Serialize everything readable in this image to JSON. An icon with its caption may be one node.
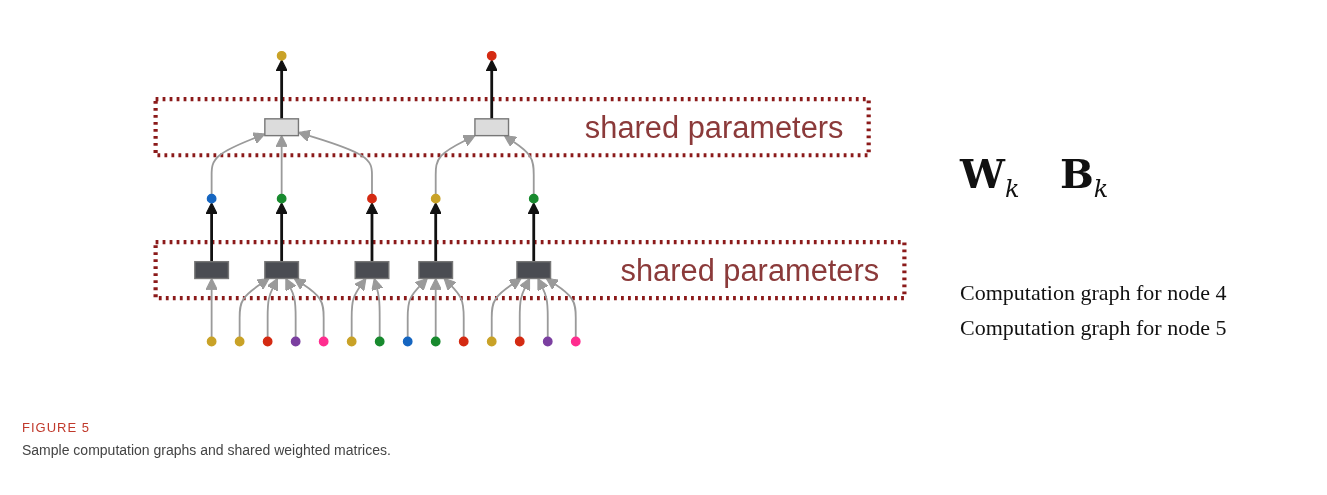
{
  "diagram": {
    "caption": "Sample computation graphs and shared weighted matrices.",
    "nodes": [
      {
        "text": [],
        "shape": "circle"
      },
      {
        "text": [],
        "shape": "circle"
      },
      {
        "text": [
          "shared parameters"
        ]
      },
      {
        "text": [],
        "shape": "box",
        "in": 2
      },
      {
        "text": [],
        "shape": "box",
        "in": 2
      },
      {
        "text": [],
        "shape": "circle"
      },
      {
        "text": [],
        "shape": "circle"
      },
      {
        "text": [],
        "shape": "circle"
      },
      {
        "text": [],
        "shape": "circle"
      },
      {
        "text": [],
        "shape": "circle"
      },
      {
        "text": [
          "shared parameters"
        ]
      },
      {
        "text": [],
        "shape": "box",
        "in": 10
      },
      {
        "text": [],
        "shape": "box",
        "in": 10
      },
      {
        "text": [],
        "shape": "box",
        "in": 10
      },
      {
        "text": [],
        "shape": "box",
        "in": 10
      },
      {
        "text": [],
        "shape": "box",
        "in": 10
      },
      {
        "text": [],
        "shape": "circle"
      },
      {
        "text": [],
        "shape": "circle"
      },
      {
        "text": [],
        "shape": "circle"
      },
      {
        "text": [],
        "shape": "circle"
      },
      {
        "text": [],
        "shape": "circle"
      },
      {
        "text": [],
        "shape": "circle"
      },
      {
        "text": [],
        "shape": "circle"
      },
      {
        "text": [],
        "shape": "circle"
      },
      {
        "text": [],
        "shape": "circle"
      },
      {
        "text": [],
        "shape": "circle"
      },
      {
        "text": [],
        "shape": "circle"
      },
      {
        "text": [],
        "shape": "circle"
      },
      {
        "text": [],
        "shape": "circle"
      },
      {
        "text": [],
        "shape": "circle"
      }
    ],
    "edges": [
      {
        "from": 3,
        "to": 0,
        "arrow": "to",
        "color": "#111111"
      },
      {
        "from": 4,
        "to": 1,
        "arrow": "to",
        "color": "#111111"
      },
      {
        "from": 5,
        "to": 3,
        "arrow": "to"
      },
      {
        "from": 6,
        "to": 3,
        "arrow": "to"
      },
      {
        "from": 7,
        "to": 3,
        "arrow": "to"
      },
      {
        "from": 8,
        "to": 4,
        "arrow": "to"
      },
      {
        "from": 9,
        "to": 4,
        "arrow": "to"
      },
      {
        "from": 11,
        "to": 5,
        "arrow": "to",
        "color": "#111111"
      },
      {
        "from": 12,
        "to": 6,
        "arrow": "to",
        "color": "#111111"
      },
      {
        "from": 13,
        "to": 7,
        "arrow": "to",
        "color": "#111111"
      },
      {
        "from": 14,
        "to": 8,
        "arrow": "to",
        "color": "#111111"
      },
      {
        "from": 15,
        "to": 9,
        "arrow": "to",
        "color": "#111111"
      },
      {
        "from": 16,
        "to": 11,
        "arrow": "to"
      },
      {
        "from": 17,
        "to": 12,
        "arrow": "to"
      },
      {
        "from": 18,
        "to": 12,
        "arrow": "to"
      },
      {
        "from": 19,
        "to": 12,
        "arrow": "to"
      },
      {
        "from": 20,
        "to": 12,
        "arrow": "to"
      },
      {
        "from": 21,
        "to": 13,
        "arrow": "to"
      },
      {
        "from": 22,
        "to": 13,
        "arrow": "to"
      },
      {
        "from": 23,
        "to": 14,
        "arrow": "to"
      },
      {
        "from": 24,
        "to": 14,
        "arrow": "to"
      },
      {
        "from": 25,
        "to": 14,
        "arrow": "to"
      },
      {
        "from": 26,
        "to": 15,
        "arrow": "to"
      },
      {
        "from": 27,
        "to": 15,
        "arrow": "to"
      },
      {
        "from": 28,
        "to": 15,
        "arrow": "to"
      },
      {
        "from": 29,
        "to": 15,
        "arrow": "to"
      }
    ],
    "labels": [
      "W$_{k}$",
      "B$_{k}$",
      "Computation graph for node 4",
      "Computation graph for node 5",
      "FIGURE 5"
    ]
  }
}
